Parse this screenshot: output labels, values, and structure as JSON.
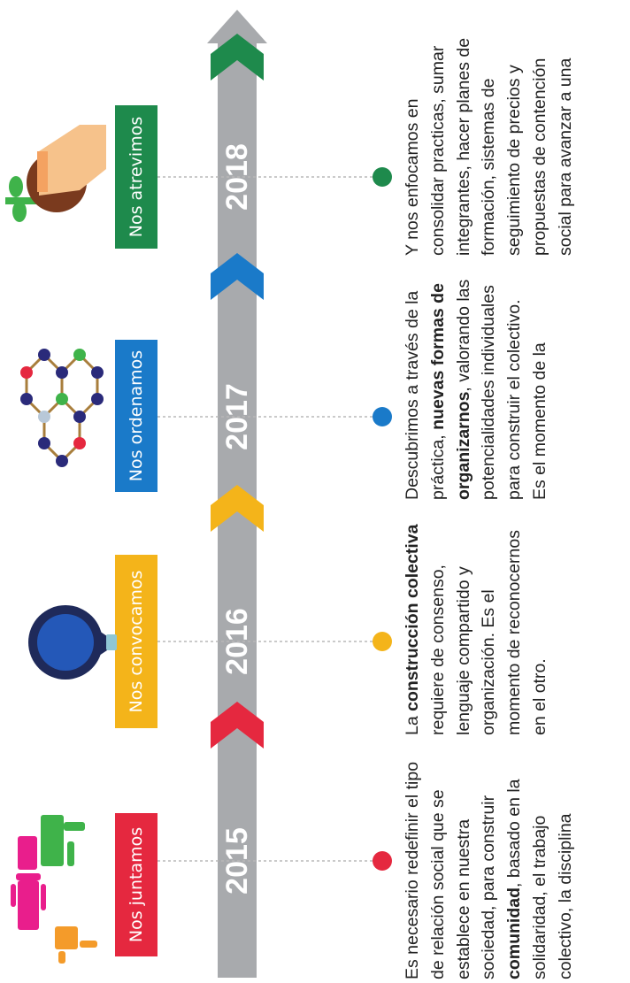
{
  "timeline": {
    "stages": [
      {
        "year": "2015",
        "label": "Nos juntamos",
        "color": "#e5283f",
        "icon": "hands-icon",
        "text": [
          {
            "t": "Es necesario redefinir el tipo de relación social que se establece en nuestra sociedad, para construir ",
            "b": false
          },
          {
            "t": "comunidad",
            "b": true
          },
          {
            "t": ", basado en la solidaridad, el trabajo colectivo, la disciplina",
            "b": false
          }
        ]
      },
      {
        "year": "2016",
        "label": "Nos convocamos",
        "color": "#f4b41a",
        "icon": "megaphone-icon",
        "text": [
          {
            "t": "La ",
            "b": false
          },
          {
            "t": "construcción colectiva",
            "b": true
          },
          {
            "t": " requiere de consenso, lenguaje compartido y organización. Es el momento de reconocernos en el otro.",
            "b": false
          }
        ]
      },
      {
        "year": "2017",
        "label": "Nos ordenamos",
        "color": "#1a7ac9",
        "icon": "molecule-network-icon",
        "text": [
          {
            "t": "Descubrimos a través de la práctica, ",
            "b": false
          },
          {
            "t": "nuevas formas de organizarnos",
            "b": true
          },
          {
            "t": ", valorando las potencialidades individuales para construir el colectivo. Es el momento de la",
            "b": false
          }
        ]
      },
      {
        "year": "2018",
        "label": "Nos atrevimos",
        "color": "#1e8a4c",
        "icon": "hand-planting-seed-icon",
        "text": [
          {
            "t": "Y nos enfocamos en consolidar practicas, sumar integrantes, hacer planes de formación, sistemas de seguimiento de precios y propuestas de contención social para avanzar a una",
            "b": false
          }
        ]
      }
    ]
  }
}
